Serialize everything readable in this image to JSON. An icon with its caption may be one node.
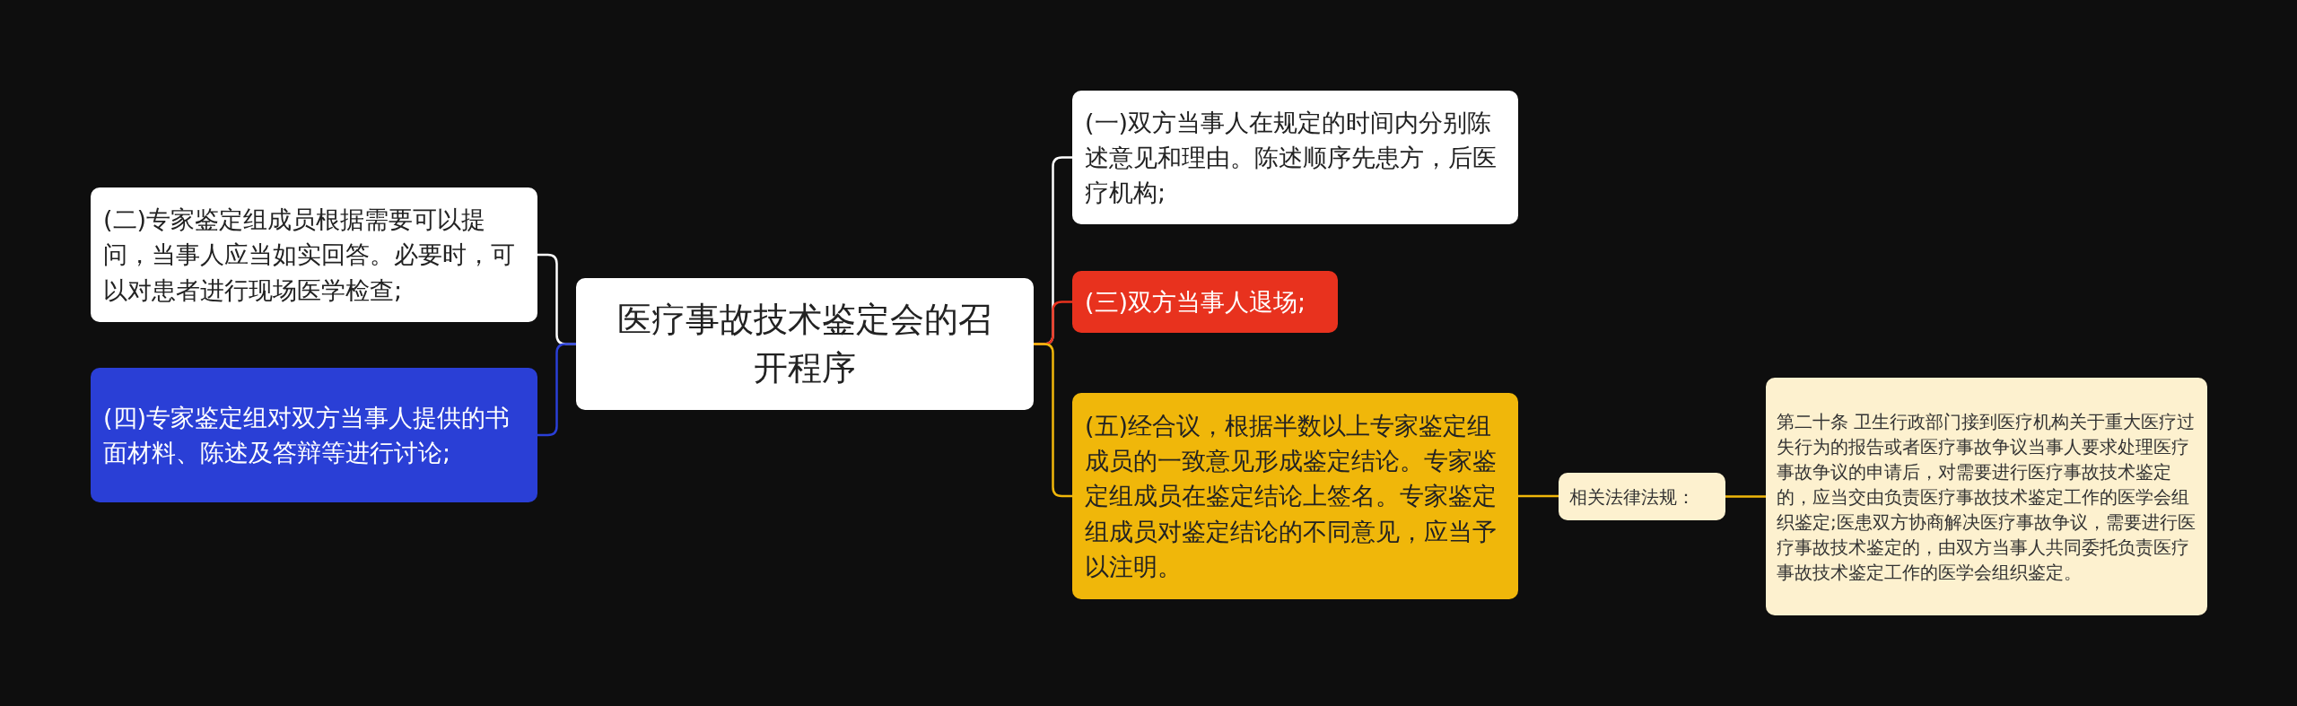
{
  "diagram": {
    "nodes": [
      {
        "text": [
          "医疗事故技术鉴定会的召开程序"
        ]
      },
      {
        "text": [
          "(二)专家鉴定组成员根据需要可以提问，当事人应当如实回答。必要时，可以对患者进行现场医学检查;"
        ]
      },
      {
        "text": [
          "(四)专家鉴定组对双方当事人提供的书面材料、陈述及答辩等进行讨论;"
        ]
      },
      {
        "text": [
          "(一)双方当事人在规定的时间内分别陈述意见和理由。陈述顺序先患方，后医疗机构;"
        ]
      },
      {
        "text": [
          "(三)双方当事人退场;"
        ]
      },
      {
        "text": [
          "(五)经合议，根据半数以上专家鉴定组成员的一致意见形成鉴定结论。专家鉴定组成员在鉴定结论上签名。专家鉴定组成员对鉴定结论的不同意见，应当予以注明。"
        ]
      },
      {
        "text": [
          "相关法律法规："
        ]
      },
      {
        "text": [
          "第二十条 卫生行政部门接到医疗机构关于重大医疗过失行为的报告或者医疗事故争议当事人要求处理医疗事故争议的申请后，对需要进行医疗事故技术鉴定的，应当交由负责医疗事故技术鉴定工作的医学会组织鉴定;医患双方协商解决医疗事故争议，需要进行医疗事故技术鉴定的，由双方当事人共同委托负责医疗事故技术鉴定工作的医学会组织鉴定。"
        ]
      }
    ],
    "edges": [
      {
        "from": 0,
        "to": 1,
        "arrow": "none",
        "color": "#ffffff"
      },
      {
        "from": 0,
        "to": 2,
        "arrow": "none",
        "color": "#2a3fd6"
      },
      {
        "from": 0,
        "to": 3,
        "arrow": "none",
        "color": "#ffffff"
      },
      {
        "from": 0,
        "to": 4,
        "arrow": "none",
        "color": "#e8321e"
      },
      {
        "from": 0,
        "to": 5,
        "arrow": "none",
        "color": "#f0b70a"
      },
      {
        "from": 5,
        "to": 6,
        "arrow": "none",
        "color": "#f0b70a"
      },
      {
        "from": 6,
        "to": 7,
        "arrow": "none",
        "color": "#f0b70a"
      }
    ]
  }
}
